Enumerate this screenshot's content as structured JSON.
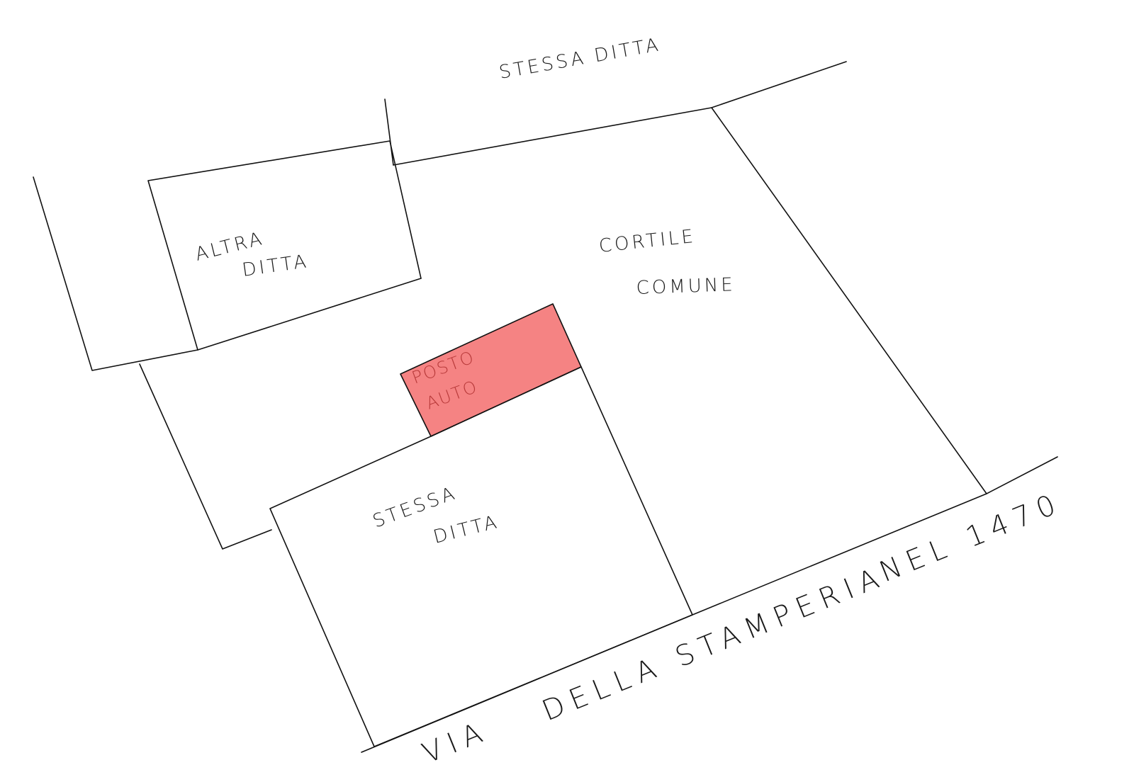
{
  "labels": {
    "top_stessa_ditta": "STESSA DITTA",
    "altra": "ALTRA",
    "altra_ditta": "DITTA",
    "cortile": "CORTILE",
    "comune": "COMUNE",
    "posto": "POSTO",
    "auto": "AUTO",
    "stessa": "STESSA",
    "stessa_ditta": "DITTA",
    "via": "VIA",
    "della": "DELLA",
    "stamperia": "STAMPERIA",
    "nel": "NEL",
    "year": "1470"
  },
  "colors": {
    "posto_auto_fill": "#f58383",
    "posto_auto_text": "#b83a3a",
    "line": "#111111"
  }
}
